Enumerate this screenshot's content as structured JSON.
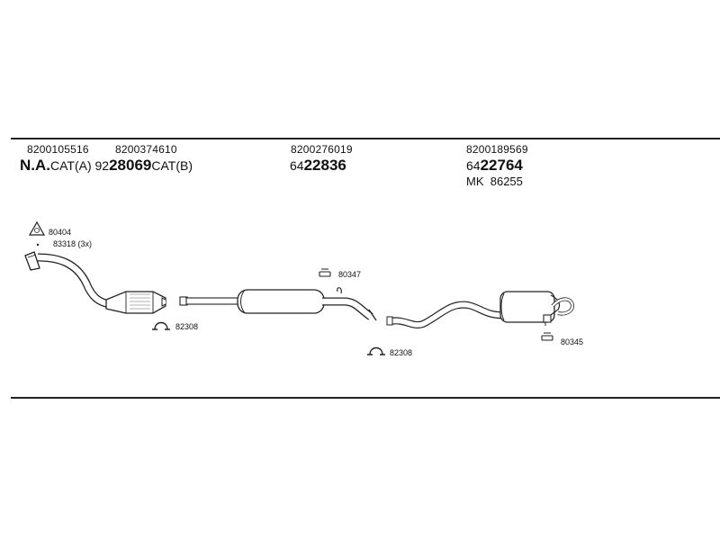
{
  "header_rows": {
    "oe_numbers": [
      "8200105516",
      "8200374610",
      "8200276019",
      "8200189569"
    ],
    "catalyst": {
      "lead": "N.A.",
      "cat_a": "CAT(A)",
      "prefix_b": "92",
      "main_b": "28069",
      "cat_b": "CAT(B)"
    },
    "middle_pipe": {
      "prefix": "64",
      "main": "22836"
    },
    "rear_silencer": {
      "prefix": "64",
      "main": "22764"
    },
    "mounting_kit": {
      "label": "MK",
      "number": "86255"
    }
  },
  "part_labels": {
    "gasket": "80404",
    "bolts": "83318 (3x)",
    "clamp_front": "82308",
    "hanger_mid": "80347",
    "clamp_rear": "82308",
    "hanger_rear": "80345"
  }
}
